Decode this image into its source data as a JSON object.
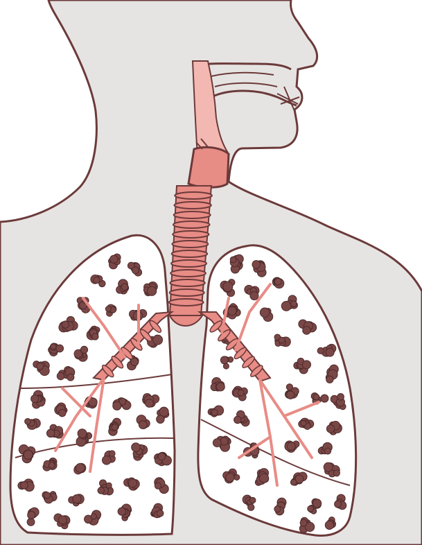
{
  "diagram": {
    "colors": {
      "background": "#ffffff",
      "skin": "#e6e4e2",
      "outline": "#6b3a3a",
      "lung_fill": "#ffffff",
      "alveoli": "#7a4747",
      "airway": "#e88c86",
      "airway_light": "#f4b8b2",
      "ring": "#9c4f4b"
    },
    "parts": [
      {
        "name": "head-neck-torso-silhouette"
      },
      {
        "name": "nasal-cavity"
      },
      {
        "name": "mouth"
      },
      {
        "name": "pharynx"
      },
      {
        "name": "larynx"
      },
      {
        "name": "trachea"
      },
      {
        "name": "left-bronchus"
      },
      {
        "name": "right-bronchus"
      },
      {
        "name": "left-lung"
      },
      {
        "name": "right-lung"
      }
    ]
  }
}
